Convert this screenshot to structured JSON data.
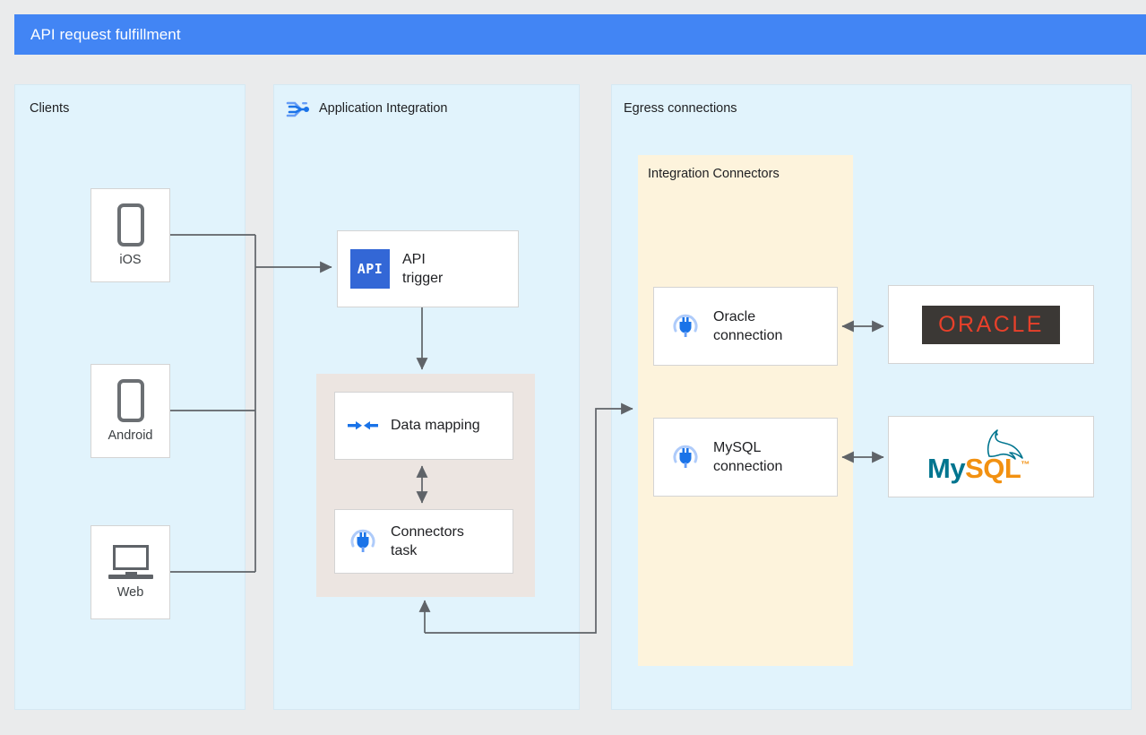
{
  "header": {
    "title": "API request fulfillment",
    "color": "#4285f4"
  },
  "panels": {
    "clients": {
      "label": "Clients"
    },
    "application_integration": {
      "label": "Application Integration",
      "icon": "application-integration-icon"
    },
    "egress": {
      "label": "Egress connections"
    },
    "integration_connectors": {
      "label": "Integration Connectors",
      "color": "#fdf3dc"
    }
  },
  "clients": [
    {
      "name": "iOS",
      "icon": "phone-icon"
    },
    {
      "name": "Android",
      "icon": "phone-icon"
    },
    {
      "name": "Web",
      "icon": "laptop-icon"
    }
  ],
  "integration_tasks": [
    {
      "name": "API trigger",
      "label": "API\ntrigger",
      "icon": "api-trigger-icon",
      "icon_text": "API"
    },
    {
      "name": "Data mapping",
      "label": "Data mapping",
      "icon": "data-mapping-icon"
    },
    {
      "name": "Connectors task",
      "label": "Connectors\ntask",
      "icon": "connector-plug-icon"
    }
  ],
  "connections": [
    {
      "label": "Oracle\nconnection",
      "icon": "connector-plug-icon"
    },
    {
      "label": "MySQL\nconnection",
      "icon": "connector-plug-icon"
    }
  ],
  "backends": [
    {
      "name": "Oracle",
      "logo_text": "ORACLE",
      "logo_bg": "#3b3835",
      "logo_fg": "#e8402a"
    },
    {
      "name": "MySQL",
      "logo_text_primary": "My",
      "logo_text_secondary": "SQL",
      "logo_tm": "™",
      "color_primary": "#00758f",
      "color_secondary": "#f29111"
    }
  ],
  "colors": {
    "canvas": "#eaebec",
    "panel": "#e1f3fc",
    "group_peach": "#ece5e1",
    "card": "#ffffff",
    "wire": "#5f6368",
    "accent_blue": "#1a73e8"
  }
}
